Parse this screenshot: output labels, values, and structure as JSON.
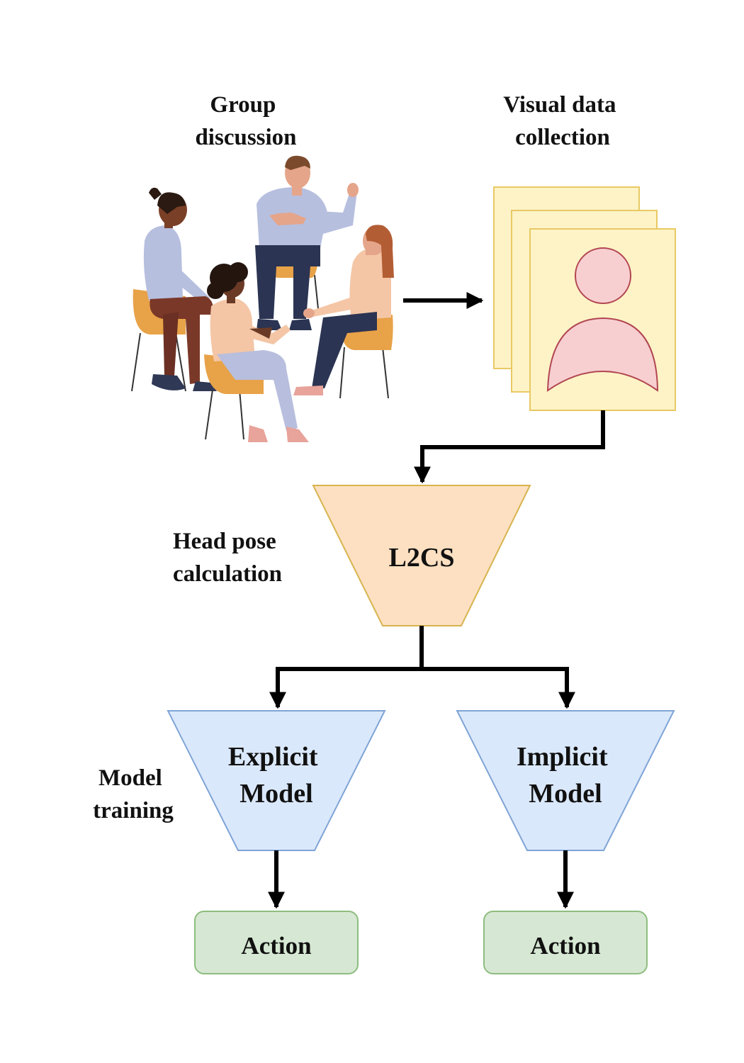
{
  "labels": {
    "group_discussion": [
      "Group",
      "discussion"
    ],
    "visual_data_collection": [
      "Visual data",
      "collection"
    ],
    "head_pose_calculation": [
      "Head pose",
      "calculation"
    ],
    "model_training": [
      "Model",
      "training"
    ]
  },
  "nodes": {
    "l2cs": "L2CS",
    "explicit_model": [
      "Explicit",
      "Model"
    ],
    "implicit_model": [
      "Implicit",
      "Model"
    ],
    "action_left": "Action",
    "action_right": "Action"
  },
  "colors": {
    "frame_fill": "#fdf3c6",
    "frame_stroke": "#e9c964",
    "person_fill": "#f7cfd0",
    "person_stroke": "#b24653",
    "l2cs_fill": "#fce0c1",
    "l2cs_stroke": "#d7b44f",
    "model_fill": "#dae8fb",
    "model_stroke": "#7fa4d6",
    "action_fill": "#d6e8d3",
    "action_stroke": "#8ebd7f",
    "arrow": "#000000"
  },
  "icons": {
    "discussion": "group-discussion-illustration",
    "frames": "stacked-image-frames-icon"
  }
}
